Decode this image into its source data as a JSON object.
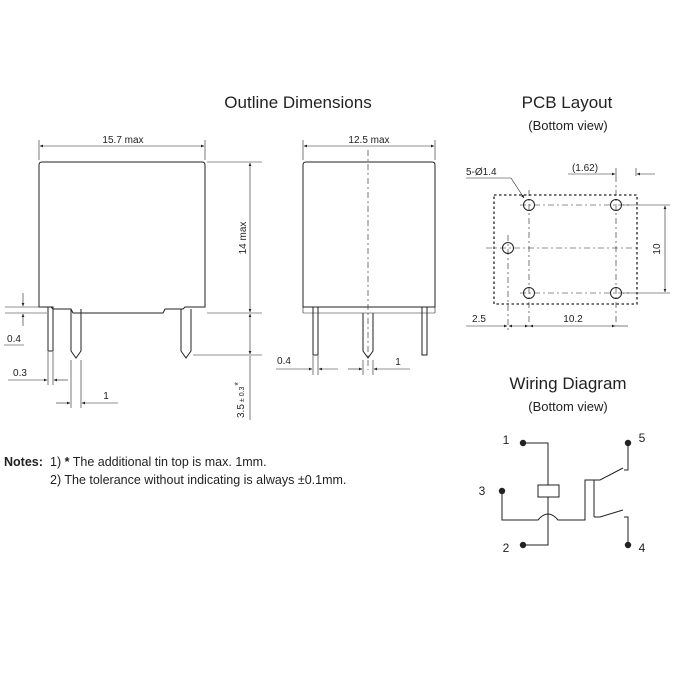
{
  "outline": {
    "title": "Outline Dimensions",
    "dim_width": "15.7 max",
    "dim_depth": "12.5 max",
    "dim_height": "14 max",
    "dim_pin_offset": "0.4",
    "dim_pin_thick": "0.3",
    "dim_pin_width": "1",
    "dim_pin_length": "3.5",
    "dim_pin_tol": "± 0.3",
    "dim_pin_mark": "*",
    "dim_side_offset": "0.4",
    "dim_side_pin_width": "1"
  },
  "pcb": {
    "title": "PCB Layout",
    "subtitle": "(Bottom view)",
    "holes": "5-Ø1.4",
    "dim_top": "(1.62)",
    "dim_right": "10",
    "dim_left": "2.5",
    "dim_bottom": "10.2"
  },
  "wiring": {
    "title": "Wiring Diagram",
    "subtitle": "(Bottom view)",
    "pins": [
      "1",
      "2",
      "3",
      "4",
      "5"
    ]
  },
  "notes": {
    "label": "Notes:",
    "items": [
      {
        "num": "1)",
        "mark": "*",
        "text": " The additional tin top is max. 1mm."
      },
      {
        "num": "2)",
        "mark": "",
        "text": " The tolerance without indicating is always ±0.1mm."
      }
    ]
  }
}
